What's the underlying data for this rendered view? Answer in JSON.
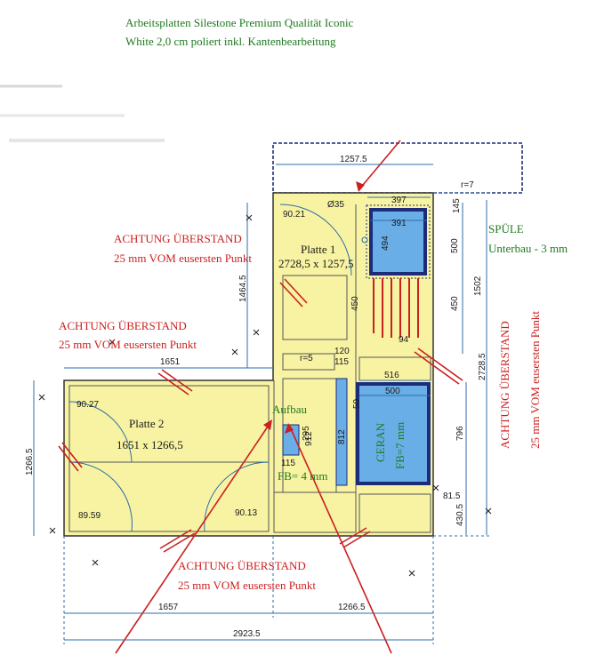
{
  "header": {
    "line1": "Arbeitsplatten Silestone Premium Qualität Iconic",
    "line2": "White 2,0 cm poliert inkl. Kantenbearbeitung"
  },
  "warnings": {
    "title": "ACHTUNG ÜBERSTAND",
    "detail": "25 mm VOM eusersten Punkt"
  },
  "panels": {
    "platte1_name": "Platte 1",
    "platte1_size": "2728,5 x 1257,5",
    "platte2_name": "Platte 2",
    "platte2_size": "1651 x 1266,5"
  },
  "spuele": {
    "label": "SPÜLE",
    "note": "Unterbau - 3 mm"
  },
  "ceran": {
    "label": "CERAN",
    "note": "FB=7 mm"
  },
  "aufbau": {
    "label": "Aufbau",
    "note": "FB= 4 mm"
  },
  "dimensions": {
    "top_width": "1257.5",
    "r7": "r=7",
    "d397": "397",
    "d391": "391",
    "d145": "145",
    "d494": "494",
    "d500_sink": "500",
    "d1502": "1502",
    "d450_a": "450",
    "d450_b": "450",
    "d94": "94",
    "d2728": "2728.5",
    "d1464": "1464.5",
    "d1651": "1651",
    "d1266_v": "1266.5",
    "d90_21": "90.21",
    "d_o35": "Ø35",
    "d120": "120",
    "d115_a": "115",
    "d_r5": "r=5",
    "d516": "516",
    "d500_ceran": "500",
    "d912": "912",
    "d812": "812",
    "d295": "295",
    "d115_b": "115",
    "d796": "796",
    "d81_5": "81.5",
    "d430": "430.5",
    "d90_27": "90.27",
    "d89_59": "89.59",
    "d90_13": "90.13",
    "d1657": "1657",
    "d1266_h": "1266.5",
    "d2923": "2923.5",
    "d50": "50"
  },
  "colors": {
    "counter_fill": "#f7f3a3",
    "sink_fill": "#6aaee8",
    "cooktop_fill": "#6aaee8",
    "dim_line": "#2d6ea8",
    "warning_red": "#cc1f1f",
    "note_green": "#1f7a1f"
  }
}
